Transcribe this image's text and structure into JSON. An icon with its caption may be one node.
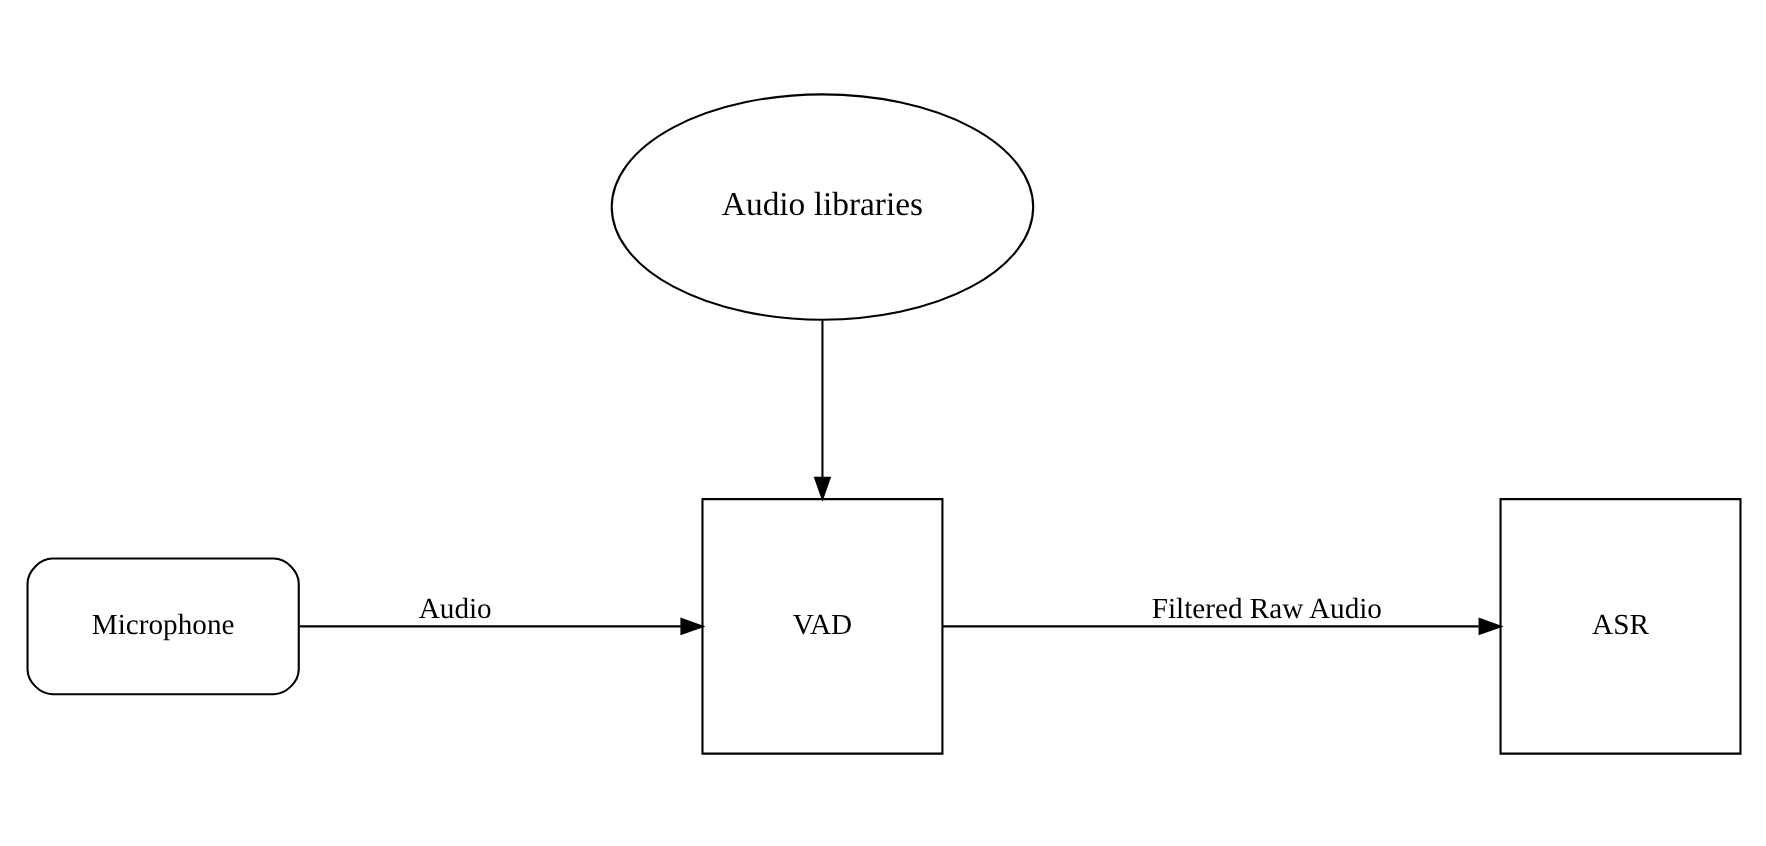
{
  "diagram": {
    "nodes": [
      {
        "text": [
          "Audio libraries"
        ]
      },
      {
        "text": [
          "Microphone"
        ]
      },
      {
        "text": [
          "VAD"
        ]
      },
      {
        "text": [
          "ASR"
        ]
      }
    ],
    "edges": [
      {
        "from": 0,
        "to": 2,
        "arrow": "to"
      },
      {
        "from": 1,
        "to": 2,
        "arrow": "to",
        "label": "Audio"
      },
      {
        "from": 2,
        "to": 3,
        "arrow": "to",
        "label": "Filtered Raw Audio"
      }
    ]
  }
}
